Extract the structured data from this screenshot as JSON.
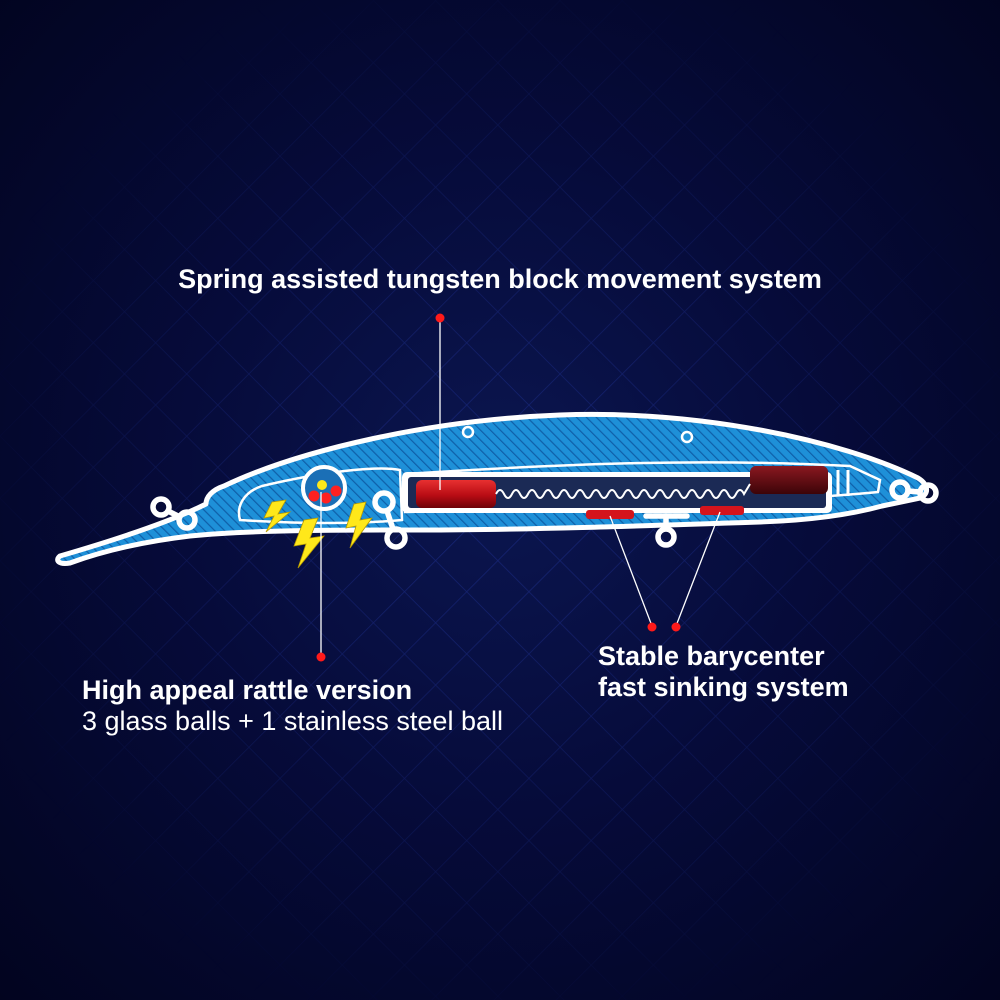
{
  "callouts": {
    "spring_system": "Spring assisted tungsten block movement system",
    "rattle_title": "High appeal rattle version",
    "rattle_detail": "3 glass balls + 1 stainless steel ball",
    "barycenter_line1": "Stable barycenter",
    "barycenter_line2": "fast sinking system"
  },
  "colors": {
    "background": "#03062a",
    "body_fill": "#1f8fd6",
    "outline": "#ffffff",
    "weight_red": "#c4101a",
    "marker_red": "#ff1a1a",
    "lightning": "#ffe81a"
  }
}
